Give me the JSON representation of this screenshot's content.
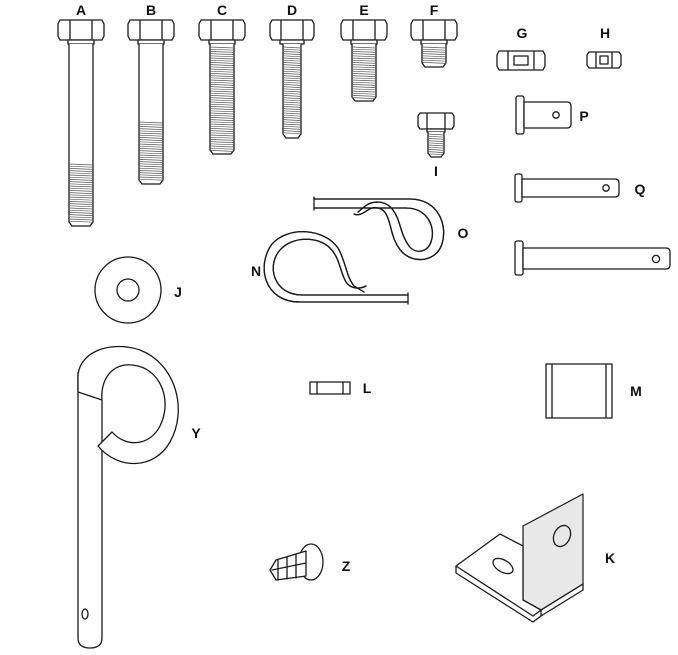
{
  "parts": [
    {
      "key": "A",
      "label": "A"
    },
    {
      "key": "B",
      "label": "B"
    },
    {
      "key": "C",
      "label": "C"
    },
    {
      "key": "D",
      "label": "D"
    },
    {
      "key": "E",
      "label": "E"
    },
    {
      "key": "F",
      "label": "F"
    },
    {
      "key": "G",
      "label": "G"
    },
    {
      "key": "H",
      "label": "H"
    },
    {
      "key": "I",
      "label": "I"
    },
    {
      "key": "P",
      "label": "P"
    },
    {
      "key": "Q",
      "label": "Q"
    },
    {
      "key": "O",
      "label": "O"
    },
    {
      "key": "N",
      "label": "N"
    },
    {
      "key": "J",
      "label": "J"
    },
    {
      "key": "L",
      "label": "L"
    },
    {
      "key": "M",
      "label": "M"
    },
    {
      "key": "Y",
      "label": "Y"
    },
    {
      "key": "Z",
      "label": "Z"
    },
    {
      "key": "K",
      "label": "K"
    }
  ]
}
